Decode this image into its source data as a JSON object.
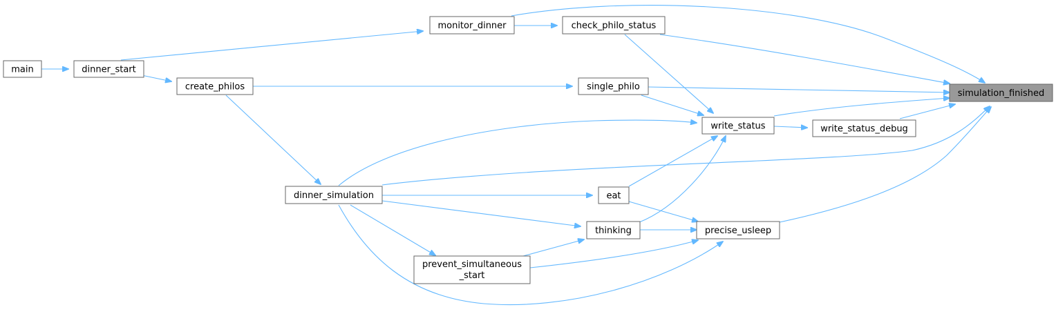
{
  "graph": {
    "nodes": {
      "main": {
        "label": "main"
      },
      "dinner_start": {
        "label": "dinner_start"
      },
      "monitor_dinner": {
        "label": "monitor_dinner"
      },
      "check_philo_status": {
        "label": "check_philo_status"
      },
      "create_philos": {
        "label": "create_philos"
      },
      "single_philo": {
        "label": "single_philo"
      },
      "write_status": {
        "label": "write_status"
      },
      "write_status_debug": {
        "label": "write_status_debug"
      },
      "dinner_simulation": {
        "label": "dinner_simulation"
      },
      "eat": {
        "label": "eat"
      },
      "thinking": {
        "label": "thinking"
      },
      "precise_usleep": {
        "label": "precise_usleep"
      },
      "prevent_simultaneous_start": {
        "label_line1": "prevent_simultaneous",
        "label_line2": "_start"
      },
      "simulation_finished": {
        "label": "simulation_finished"
      }
    },
    "colors": {
      "edge": "#63b8ff",
      "node_border": "#666666",
      "node_fill": "#ffffff",
      "root_fill": "#999999"
    }
  }
}
